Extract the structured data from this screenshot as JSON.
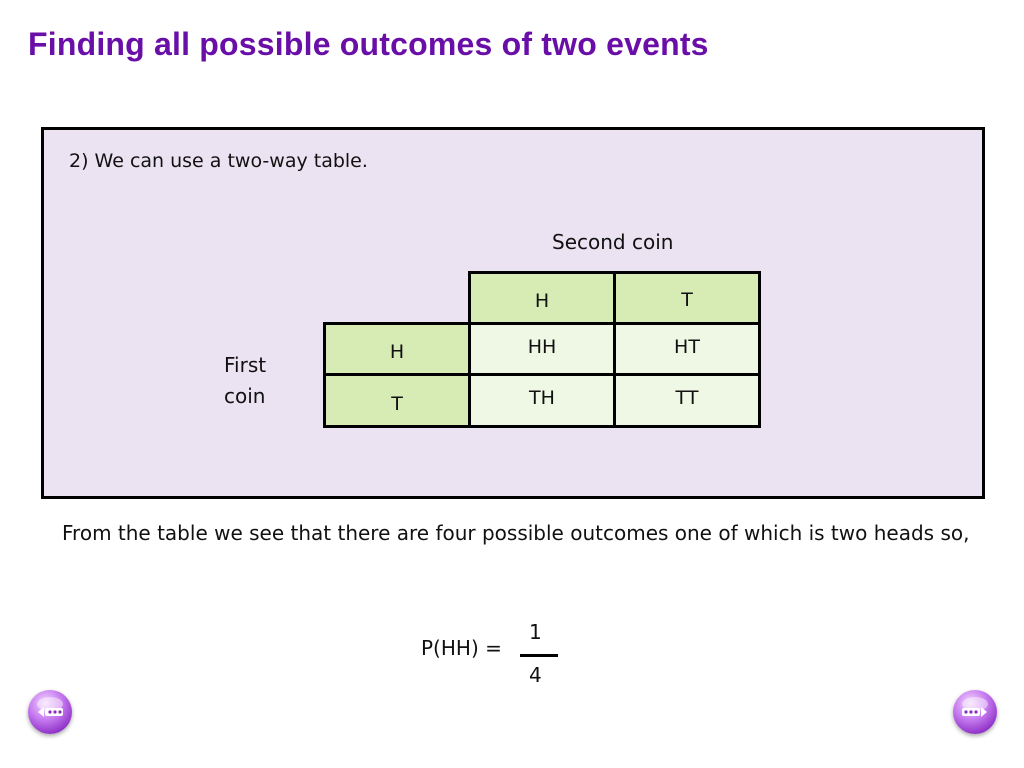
{
  "slide": {
    "title": "Finding all possible outcomes of two events",
    "intro": "2) We can use a two-way table.",
    "second_coin_label": "Second coin",
    "first_coin_label": [
      "First",
      "coin"
    ],
    "table": {
      "column_headers": [
        "H",
        "T"
      ],
      "row_headers": [
        "H",
        "T"
      ],
      "cells": [
        [
          "HH",
          "HT"
        ],
        [
          "TH",
          "TT"
        ]
      ]
    },
    "summary": "From the table we see that there are four possible outcomes one of which is two heads so,",
    "probability": {
      "label": "P(HH) =",
      "numerator": "1",
      "denominator": "4"
    }
  },
  "navigation": {
    "prev_icon": "nav-prev-icon",
    "next_icon": "nav-next-icon"
  },
  "colors": {
    "title": "#6a0ea8",
    "panel_background": "#ebe2f2",
    "header_cell": "#d7ecb4",
    "body_cell": "#eef8e4",
    "nav_button": "#a24ed8"
  }
}
